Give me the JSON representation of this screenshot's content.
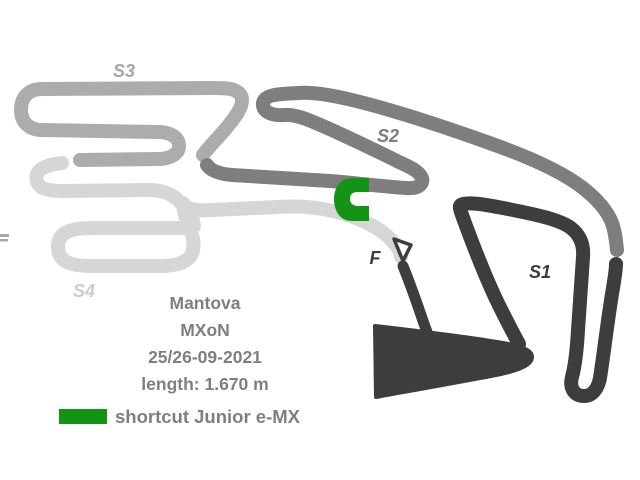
{
  "page": {
    "background": "#ffffff"
  },
  "track_info": {
    "name": "Mantova",
    "event": "MXoN",
    "date": "25/26-09-2021",
    "length": "length: 1.670 m",
    "text_color": "#7f7f7f"
  },
  "sectors": [
    {
      "label": "S1",
      "track_color": "#3d3d3d",
      "label_color": "#3d3d3d"
    },
    {
      "label": "S2",
      "track_color": "#7e7e7e",
      "label_color": "#7e7e7e"
    },
    {
      "label": "S3",
      "track_color": "#acacac",
      "label_color": "#a6a6a6"
    },
    {
      "label": "S4",
      "track_color": "#d6d6d6",
      "label_color": "#cbcbcb"
    }
  ],
  "finish": {
    "label": "F",
    "color": "#3d3d3d",
    "pennant_fill": "#ffffff"
  },
  "legend": {
    "label": "shortcut Junior e-MX",
    "swatch_color": "#149414",
    "text_color": "#7f7f7f"
  },
  "shortcut": {
    "color": "#149414"
  },
  "artifact_color": "#a8a8a8"
}
